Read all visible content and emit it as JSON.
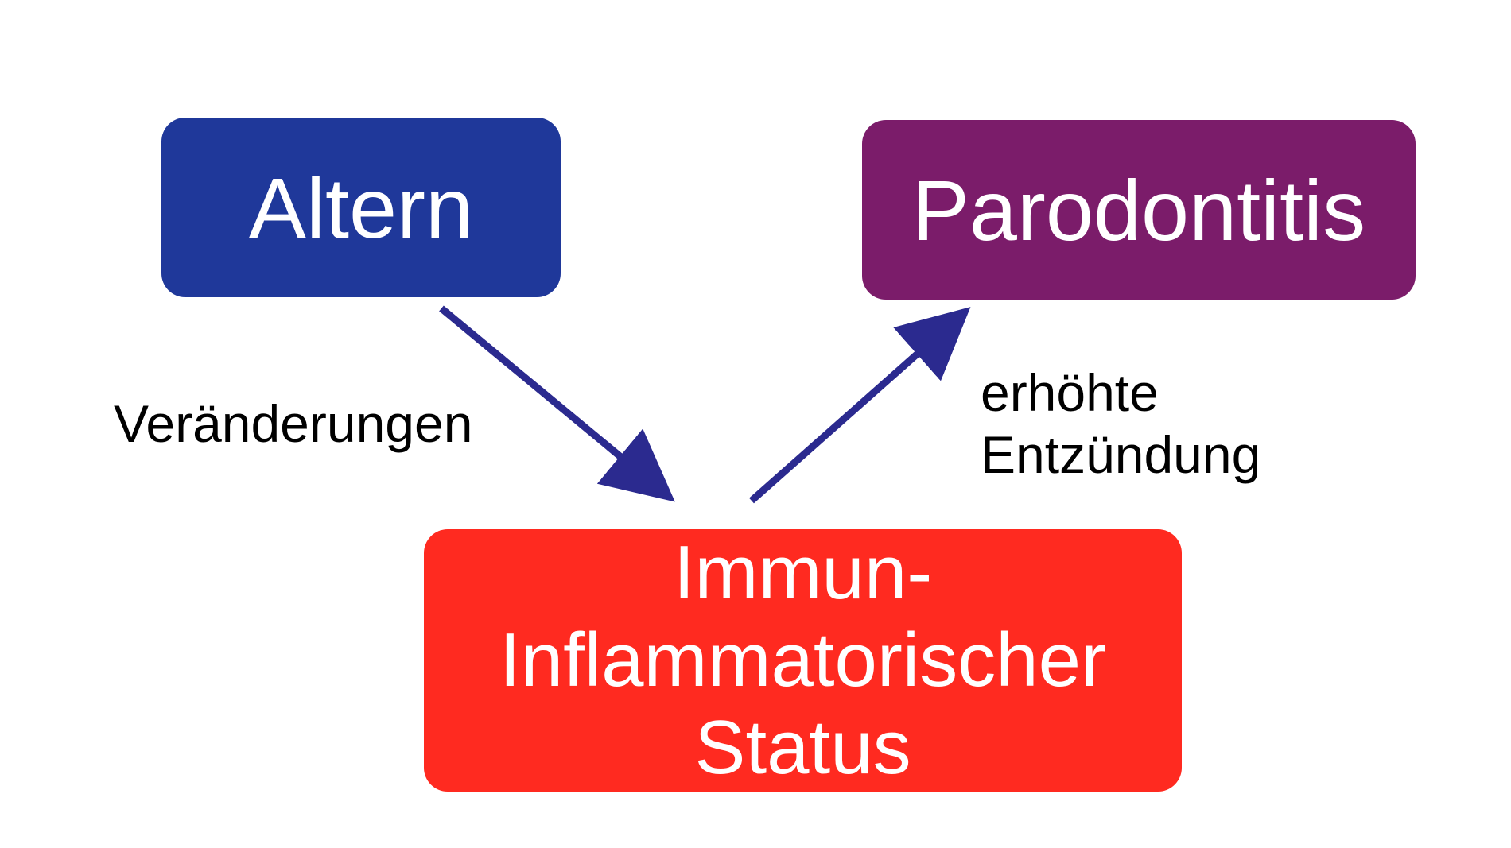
{
  "nodes": {
    "altern": {
      "label": "Altern",
      "color": "#1f389a"
    },
    "parodontitis": {
      "label": "Parodontitis",
      "color": "#7b1c6a"
    },
    "immun_status": {
      "lines": [
        "Immun-",
        "Inflammatorischer",
        "Status"
      ],
      "color": "#ff2a20"
    }
  },
  "edges": {
    "altern_to_status": {
      "label": "Veränderungen",
      "color": "#2b2a8f"
    },
    "status_to_parodontitis": {
      "label_lines": [
        "erhöhte",
        "Entzündung"
      ],
      "color": "#2b2a8f"
    }
  }
}
